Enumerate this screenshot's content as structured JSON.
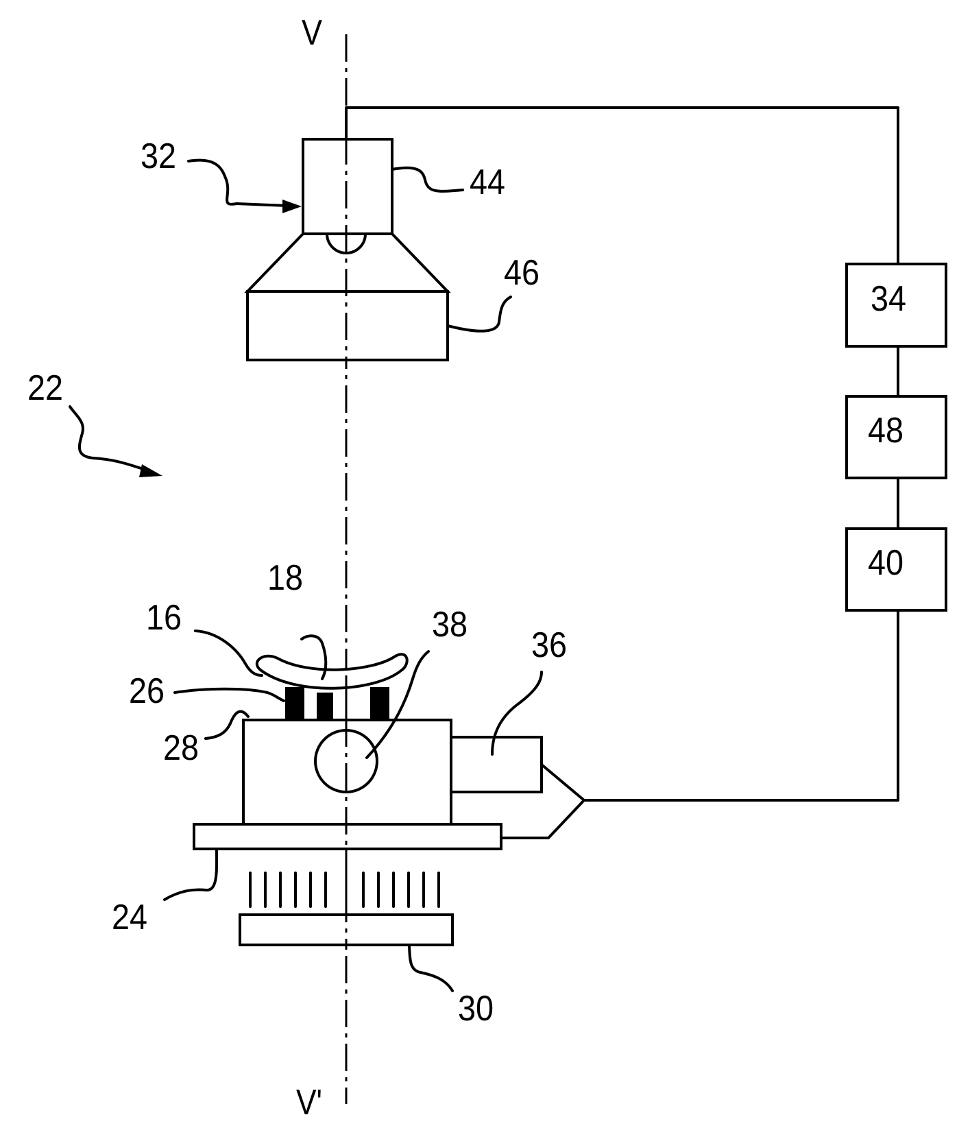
{
  "axis": {
    "top": "V",
    "bottom": "V'"
  },
  "labels": {
    "device": "22",
    "camera_unit": "32",
    "camera": "44",
    "lens": "46",
    "block_a": "34",
    "block_b": "48",
    "block_c": "40",
    "lens_top": "18",
    "lens_part": "16",
    "pins": "26",
    "holder": "28",
    "rotation_joint": "38",
    "motor": "36",
    "plate": "24",
    "light_base": "30"
  }
}
